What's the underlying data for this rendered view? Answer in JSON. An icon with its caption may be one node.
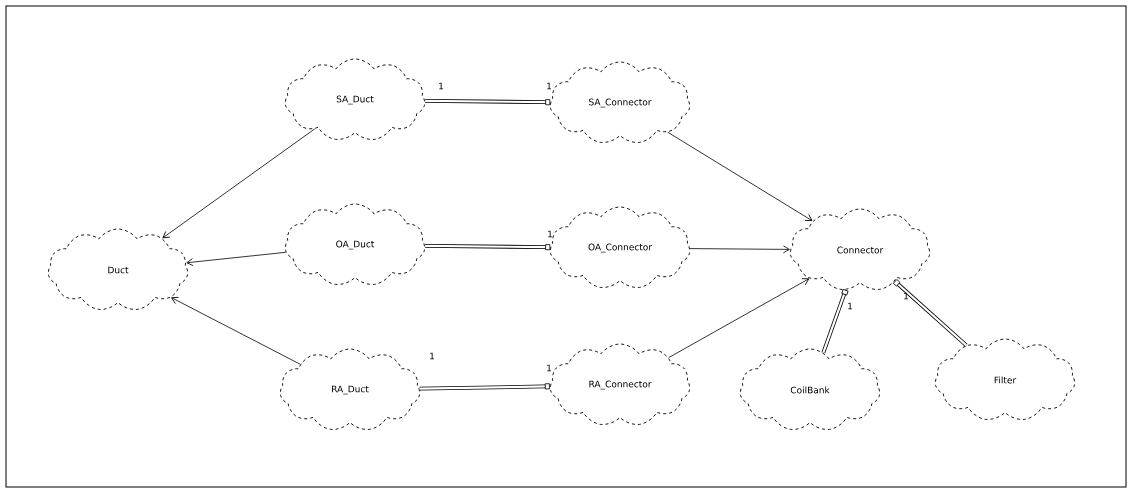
{
  "diagram": {
    "nodes": [
      {
        "text": [
          "SA_Duct"
        ]
      },
      {
        "text": [
          "SA_Connector"
        ]
      },
      {
        "text": [
          "Duct"
        ]
      },
      {
        "text": [
          "OA_Duct"
        ]
      },
      {
        "text": [
          "OA_Connector"
        ]
      },
      {
        "text": [
          "Connector"
        ]
      },
      {
        "text": [
          "RA_Duct"
        ]
      },
      {
        "text": [
          "RA_Connector"
        ]
      },
      {
        "text": [
          "CoilBank"
        ]
      },
      {
        "text": [
          "Filter"
        ]
      }
    ],
    "edges": [
      {
        "from": 0,
        "to": 2,
        "arrow": "to"
      },
      {
        "from": 0,
        "to": 1,
        "arrow": "other",
        "style": "thick"
      },
      {
        "from": 1,
        "to": 5,
        "arrow": "to"
      },
      {
        "from": 3,
        "to": 2,
        "arrow": "to"
      },
      {
        "from": 3,
        "to": 4,
        "arrow": "other",
        "style": "thick"
      },
      {
        "from": 4,
        "to": 5,
        "arrow": "to"
      },
      {
        "from": 6,
        "to": 2,
        "arrow": "to"
      },
      {
        "from": 6,
        "to": 7,
        "arrow": "other",
        "style": "thick"
      },
      {
        "from": 7,
        "to": 5,
        "arrow": "to"
      },
      {
        "from": 8,
        "to": 5,
        "arrow": "other",
        "style": "thick"
      },
      {
        "from": 9,
        "to": 5,
        "arrow": "other",
        "style": "thick"
      }
    ],
    "labels": [
      "1",
      "1",
      "1",
      "1",
      "1",
      "1",
      "1"
    ]
  }
}
